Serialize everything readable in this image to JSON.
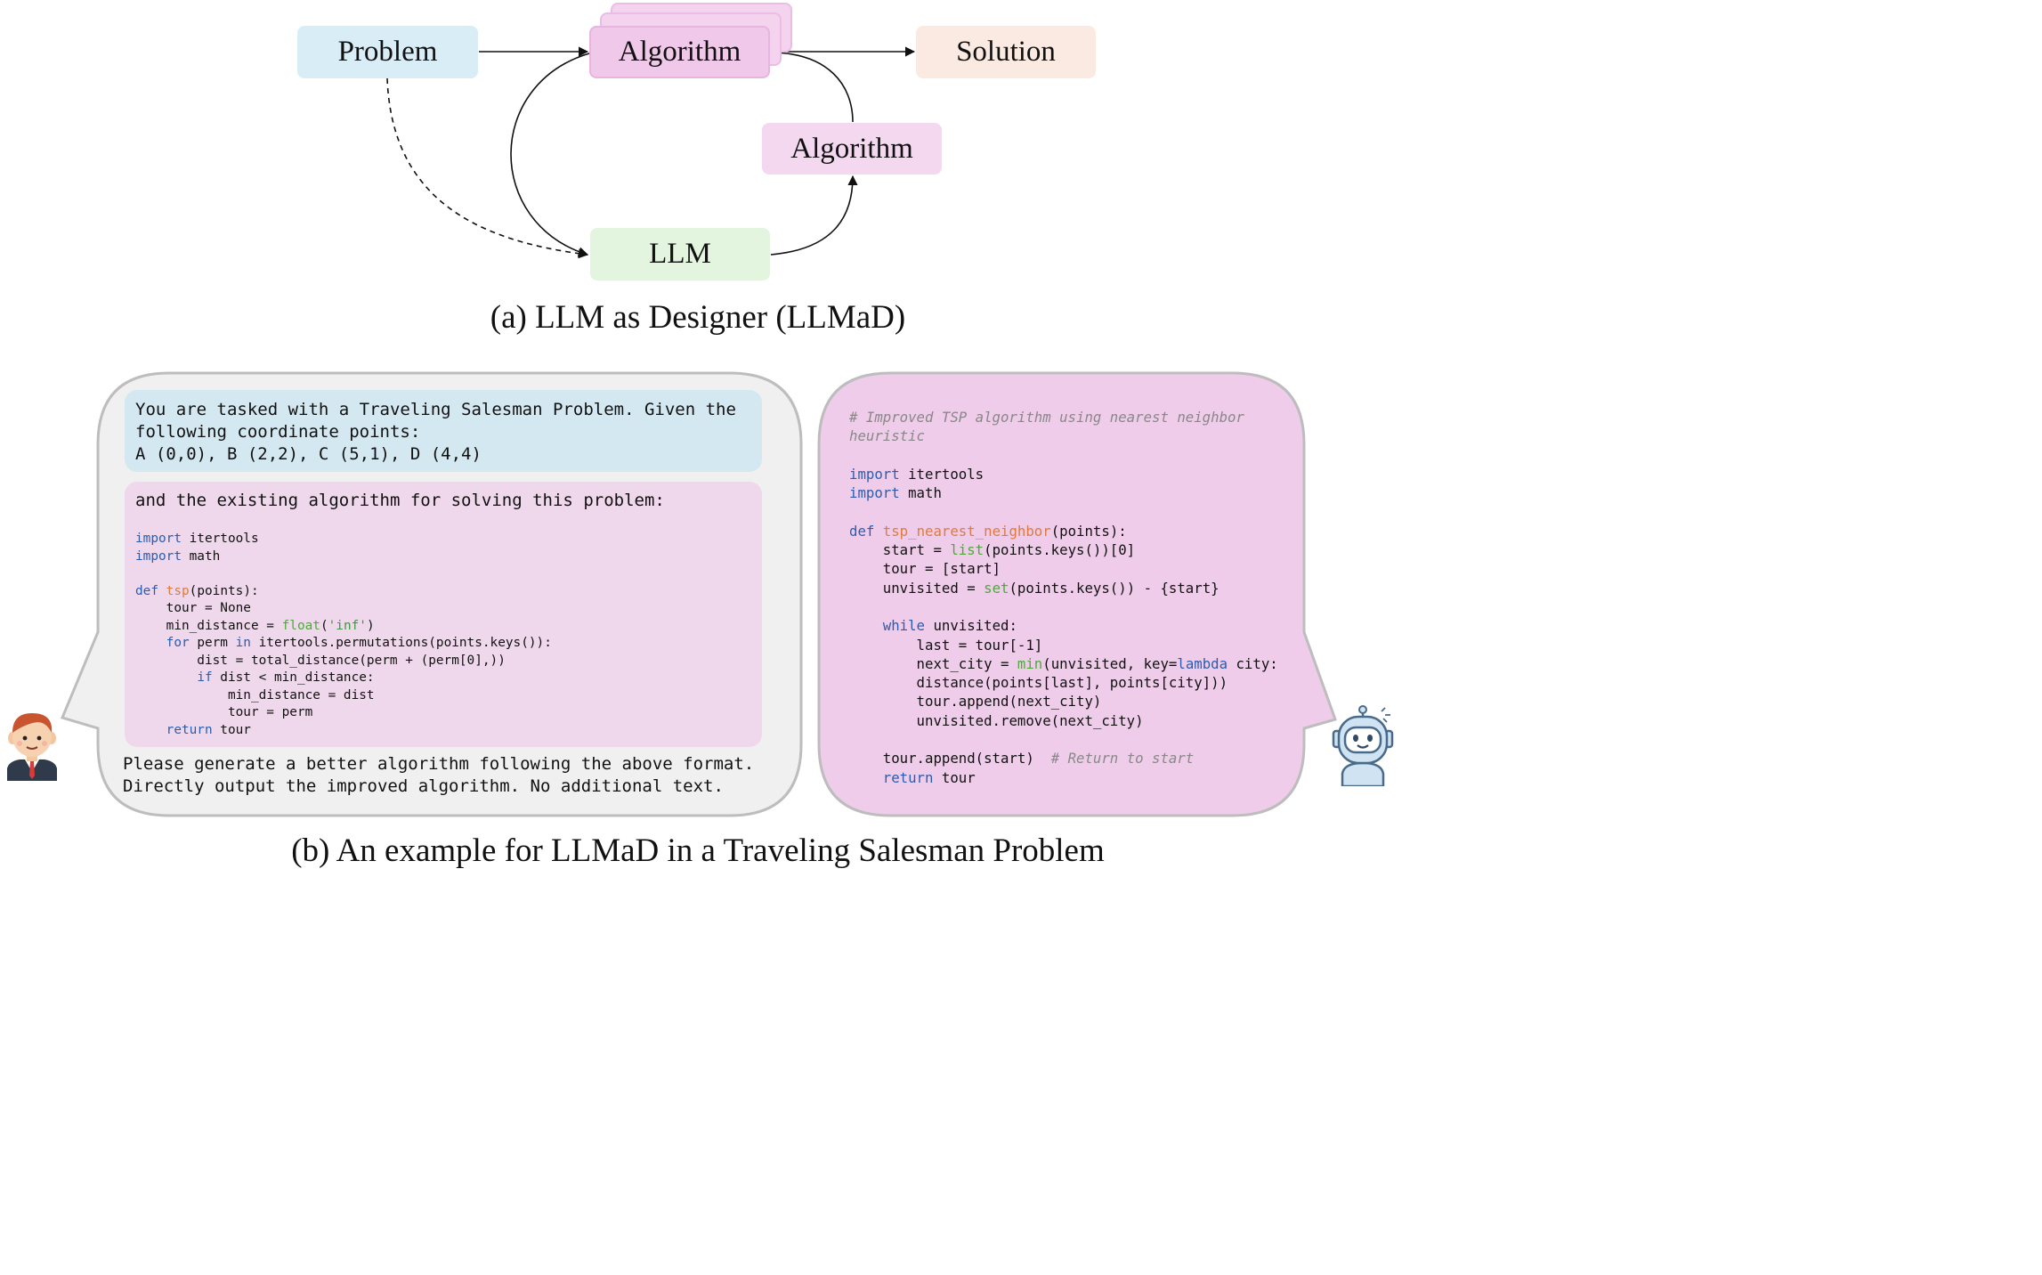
{
  "diagram": {
    "problem": "Problem",
    "algorithm_main": "Algorithm",
    "solution": "Solution",
    "algorithm_side": "Algorithm",
    "llm": "LLM",
    "caption_a": "(a) LLM as Designer (LLMaD)"
  },
  "example": {
    "intro_line1": "You are tasked with a Traveling Salesman Problem. Given the",
    "intro_line2": "following coordinate points:",
    "intro_line3": "A (0,0), B (2,2), C (5,1), D (4,4)",
    "existing_head": "and the existing algorithm for solving this problem:",
    "request_line1": "Please generate a better algorithm following the above format.",
    "request_line2": "Directly output the improved algorithm. No additional text.",
    "caption_b": "(b) An example for LLMaD in a Traveling Salesman Problem"
  },
  "old_code": [
    "import itertools",
    "import math",
    "",
    "def tsp(points):",
    "    tour = None",
    "    min_distance = float('inf')",
    "    for perm in itertools.permutations(points.keys()):",
    "        dist = total_distance(perm + (perm[0],))",
    "        if dist < min_distance:",
    "            min_distance = dist",
    "            tour = perm",
    "    return tour"
  ],
  "new_code": [
    "# Improved TSP algorithm using nearest neighbor",
    "heuristic",
    "",
    "import itertools",
    "import math",
    "",
    "def tsp_nearest_neighbor(points):",
    "    start = list(points.keys())[0]",
    "    tour = [start]",
    "    unvisited = set(points.keys()) - {start}",
    "",
    "    while unvisited:",
    "        last = tour[-1]",
    "        next_city = min(unvisited, key=lambda city:",
    "        distance(points[last], points[city]))",
    "        tour.append(next_city)",
    "        unvisited.remove(next_city)",
    "",
    "    tour.append(start)  # Return to start",
    "    return tour"
  ],
  "colors": {
    "problem_fill": "#d9edf7",
    "algorithm_fill": "#f0c8ea",
    "solution_fill": "#fbeae1",
    "llm_fill": "#e3f4df",
    "user_bubble": "#f0f0f0",
    "llm_bubble": "#efcdea",
    "keyword": "#2a5db0",
    "function_name": "#e07a3c",
    "builtin": "#4caa3a",
    "comment": "#888888"
  }
}
